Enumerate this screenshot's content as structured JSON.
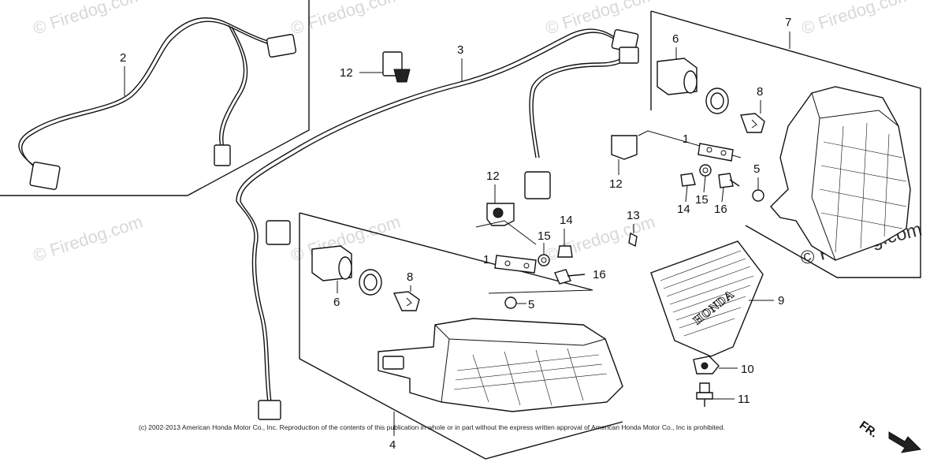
{
  "watermark": {
    "text": "© Firedog.com"
  },
  "callouts": {
    "c1_left": "1",
    "c1_right": "1",
    "c2": "2",
    "c3": "3",
    "c4": "4",
    "c5_left": "5",
    "c5_right": "5",
    "c6_left": "6",
    "c6_right": "6",
    "c7": "7",
    "c8_left": "8",
    "c8_right": "8",
    "c9": "9",
    "c10": "10",
    "c11": "11",
    "c12_top": "12",
    "c12_mid": "12",
    "c12_right": "12",
    "c13": "13",
    "c14_left": "14",
    "c14_right": "14",
    "c15_left": "15",
    "c15_right": "15",
    "c16_left": "16",
    "c16_right": "16"
  },
  "brand_label": "HONDA",
  "direction_label": "FR.",
  "copyright": "(c) 2002-2013 American Honda Motor Co., Inc. Reproduction of the contents of this publication in whole or in part without the express written approval of American Honda Motor Co., Inc is prohibited."
}
